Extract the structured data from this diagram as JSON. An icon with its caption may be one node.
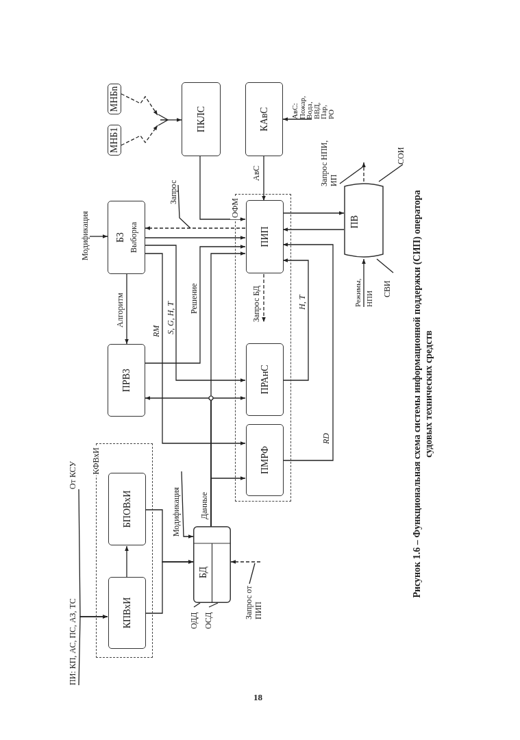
{
  "diagram": {
    "caption": "Рисунок 1.6 – Функциональная схема системы информационной поддержки (СИП) оператора судовых технических средств",
    "nodes": [
      {
        "text": [
          "МНБ1"
        ]
      },
      {
        "text": [
          "МНБn"
        ]
      },
      {
        "text": [],
        "shape": "antenna"
      },
      {
        "text": [
          "ПКЛС"
        ]
      },
      {
        "text": [
          "КАвС"
        ]
      },
      {
        "text": [
          "АвС: Пожар, Вода, ВВД, Пар, РО"
        ]
      },
      {
        "text": [
          "Модификация"
        ]
      },
      {
        "text": [
          "БЗ",
          "Выборка"
        ]
      },
      {
        "text": [
          "Запрос"
        ]
      },
      {
        "text": [
          "ОФМ"
        ]
      },
      {
        "text": [
          "ПИП"
        ],
        "in": 9
      },
      {
        "text": [
          "ПРАнС"
        ],
        "in": 9
      },
      {
        "text": [
          "ПМРФ"
        ],
        "in": 9
      },
      {
        "text": [
          "ПРВЗ"
        ]
      },
      {
        "text": [
          "ПВ"
        ]
      },
      {
        "text": [
          "Запрос НПИ, ИП"
        ]
      },
      {
        "text": [
          "СОИ"
        ]
      },
      {
        "text": [
          "Режимы, НПИ"
        ]
      },
      {
        "text": [
          "СВИ"
        ]
      },
      {
        "text": [
          "КФВхИ"
        ]
      },
      {
        "text": [
          "БПОВхИ"
        ],
        "in": 19
      },
      {
        "text": [
          "КПВхИ"
        ],
        "in": 19
      },
      {
        "text": [
          "ПИ: КП, АС, ПС, АЗ, ТС"
        ]
      },
      {
        "text": [
          "От КСУ"
        ]
      },
      {
        "text": [
          "БД"
        ]
      },
      {
        "text": [
          "Модификация"
        ]
      },
      {
        "text": [
          "ОДД"
        ]
      },
      {
        "text": [
          "ОСД"
        ]
      },
      {
        "text": [
          "Запрос от ПИП"
        ]
      }
    ],
    "edges": [
      {
        "from": 0,
        "to": 2,
        "arrow": "to",
        "style": "dashed"
      },
      {
        "from": 1,
        "to": 2,
        "arrow": "to",
        "style": "dashed"
      },
      {
        "from": 2,
        "to": 3,
        "arrow": "to"
      },
      {
        "from": 3,
        "to": 10,
        "arrow": "to"
      },
      {
        "from": 4,
        "to": 10,
        "arrow": "to",
        "label": "АвС"
      },
      {
        "from": 5,
        "to": 4,
        "arrow": "to"
      },
      {
        "from": 6,
        "to": 7,
        "arrow": "to"
      },
      {
        "from": 10,
        "to": 7,
        "arrow": "to",
        "style": "dashed"
      },
      {
        "from": 7,
        "to": 10,
        "arrow": "to"
      },
      {
        "from": 7,
        "to": 11,
        "arrow": "to",
        "label": "S, G, H, T"
      },
      {
        "from": 7,
        "to": 12,
        "arrow": "to",
        "label": "RM"
      },
      {
        "from": 13,
        "to": 10,
        "arrow": "to",
        "label": "Решение"
      },
      {
        "from": 7,
        "to": 13,
        "arrow": "to",
        "label": "Алгоритм"
      },
      {
        "from": 24,
        "to": 10,
        "arrow": "to",
        "label": "Данные"
      },
      {
        "from": 24,
        "to": 13,
        "arrow": "to"
      },
      {
        "from": 24,
        "to": 11,
        "arrow": "to"
      },
      {
        "from": 24,
        "to": 12,
        "arrow": "to"
      },
      {
        "from": 11,
        "to": 10,
        "arrow": "to",
        "label": "H, T"
      },
      {
        "from": 12,
        "to": 10,
        "arrow": "to",
        "label": "RD"
      },
      {
        "from": 10,
        "to": 14,
        "arrow": "to"
      },
      {
        "from": 14,
        "to": 10,
        "arrow": "to"
      },
      {
        "from": 10,
        "to": null,
        "arrow": "to",
        "style": "dashed",
        "label": "Запрос БД"
      },
      {
        "from": 14,
        "to": null,
        "arrow": "to",
        "style": "dashed"
      },
      {
        "from": 15,
        "to": null,
        "arrow": "none"
      },
      {
        "from": 16,
        "to": 14,
        "arrow": "none"
      },
      {
        "from": 17,
        "to": 14,
        "arrow": "to"
      },
      {
        "from": 18,
        "to": 14,
        "arrow": "none"
      },
      {
        "from": 22,
        "to": 21,
        "arrow": "to"
      },
      {
        "from": 23,
        "to": 21,
        "arrow": "to"
      },
      {
        "from": 21,
        "to": 20,
        "arrow": "to"
      },
      {
        "from": 21,
        "to": 24,
        "arrow": "to"
      },
      {
        "from": 20,
        "to": 24,
        "arrow": "to"
      },
      {
        "from": 25,
        "to": 24,
        "arrow": "to"
      },
      {
        "from": null,
        "to": 24,
        "arrow": "to",
        "style": "dashed"
      },
      {
        "from": 28,
        "to": null,
        "arrow": "none"
      },
      {
        "from": 26,
        "to": 24,
        "arrow": "none"
      },
      {
        "from": 27,
        "to": 24,
        "arrow": "none"
      },
      {
        "from": 8,
        "to": null,
        "arrow": "none"
      }
    ],
    "labels": [
      "18"
    ]
  }
}
